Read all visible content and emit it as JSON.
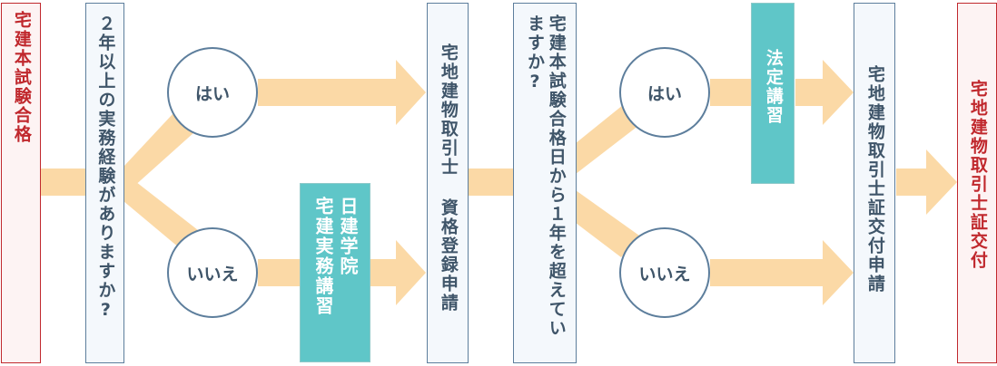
{
  "colors": {
    "arrow": "#fbd9a6",
    "red_border": "#c0282d",
    "blue_border": "#5d7e9c",
    "teal_fill": "#5fc6c8"
  },
  "steps": {
    "pass_exam": "宅建本試験合格",
    "experience_question": "２年以上の実務経験がありますか?",
    "registration": "宅地建物取引士 資格登録申請",
    "within_year_question": "宅建本試験合格日から１年を超えていますか?",
    "card_application": "宅地建物取引士証交付申請",
    "card_issued": "宅地建物取引士証交付"
  },
  "branches": {
    "yes_1": "はい",
    "no_1": "いいえ",
    "yes_2": "はい",
    "no_2": "いいえ"
  },
  "courses": {
    "practical_course_line1": "日建学院",
    "practical_course_line2": "宅建実務講習",
    "legal_course": "法定講習"
  }
}
